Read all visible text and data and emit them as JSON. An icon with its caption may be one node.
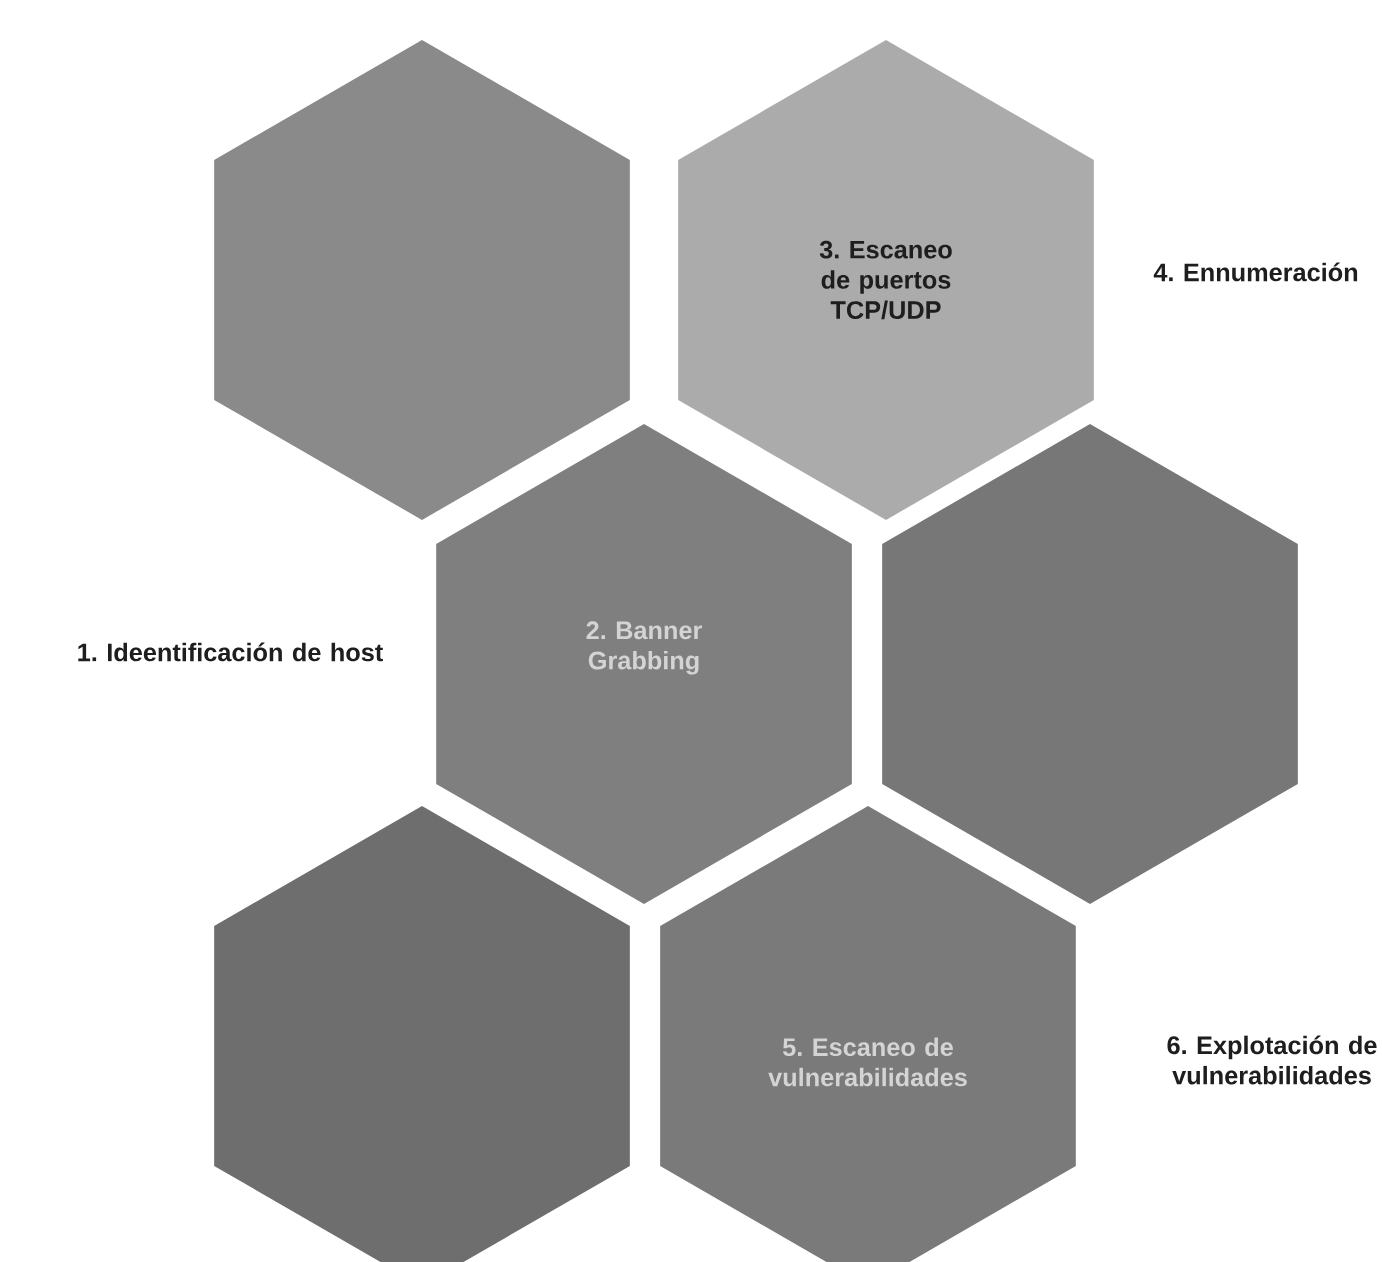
{
  "diagram": {
    "nodes": [
      {
        "text": [],
        "shape": "hexagon"
      },
      {
        "text": [
          "3. Escaneo de puertos TCP/UDP"
        ]
      },
      {
        "text": [
          "2. Banner Grabbing"
        ]
      },
      {
        "text": [],
        "shape": "hexagon"
      },
      {
        "text": [],
        "shape": "hexagon"
      },
      {
        "text": [
          "5. Escaneo de vulnerabilidades"
        ]
      }
    ],
    "labels": [
      "1. Ideentificación de host",
      "4. Ennumeración",
      "6. Explotación de vulnerabilidades"
    ]
  }
}
